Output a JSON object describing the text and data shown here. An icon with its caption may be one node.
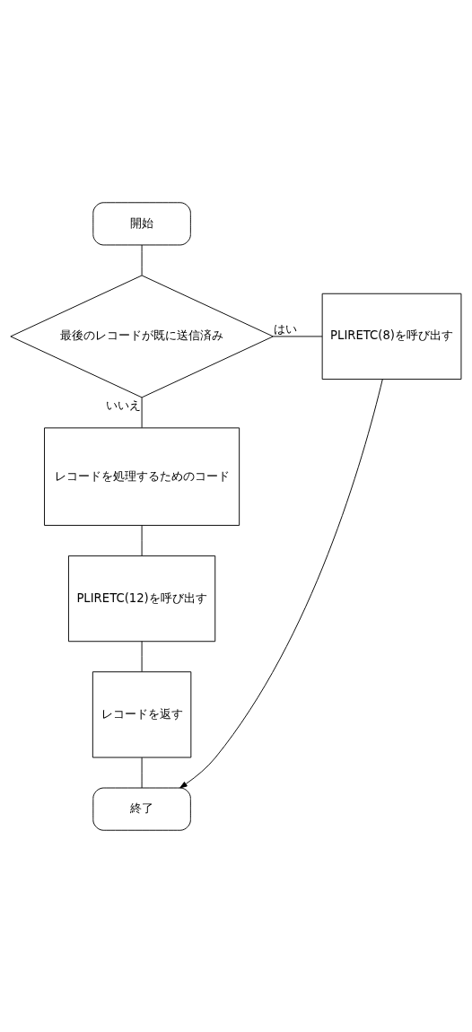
{
  "diagram": {
    "nodes": [
      {
        "text": [
          "開始"
        ]
      },
      {
        "text": [
          "最後のレコードが既に送信済み"
        ]
      },
      {
        "text": [
          "PLIRETC(8)を呼び出す"
        ]
      },
      {
        "text": [
          "レコードを処理するためのコード"
        ]
      },
      {
        "text": [
          "PLIRETC(12)を呼び出す"
        ]
      },
      {
        "text": [
          "レコードを返す"
        ]
      },
      {
        "text": [
          "終了"
        ]
      }
    ],
    "edges": [
      {
        "from": 0,
        "to": 1,
        "arrow": "none"
      },
      {
        "from": 1,
        "to": 2,
        "arrow": "none",
        "label": "はい"
      },
      {
        "from": 1,
        "to": 3,
        "arrow": "none",
        "label": "いいえ"
      },
      {
        "from": 3,
        "to": 4,
        "arrow": "none"
      },
      {
        "from": 4,
        "to": 5,
        "arrow": "none"
      },
      {
        "from": 5,
        "to": 6,
        "arrow": "none"
      },
      {
        "from": 2,
        "to": 6,
        "arrow": "to"
      }
    ]
  }
}
